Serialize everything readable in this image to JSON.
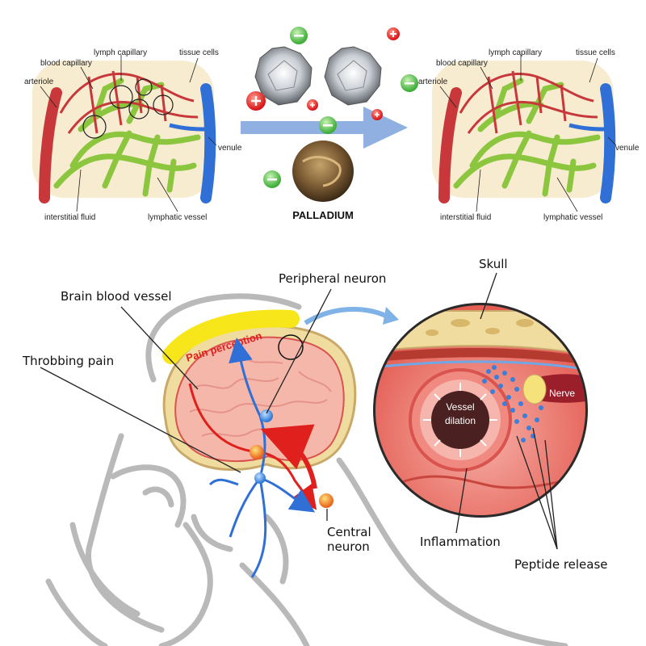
{
  "capillary": {
    "arteriole": "arteriole",
    "blood_capillary": "blood capillary",
    "lymph_capillary": "lymph capillary",
    "tissue_cells": "tissue cells",
    "venule": "venule",
    "interstitial_fluid": "interstitial fluid",
    "lymphatic_vessel": "lymphatic vessel"
  },
  "palladium": {
    "label": "PALLADIUM"
  },
  "migraine": {
    "brain_blood_vessel": "Brain blood vessel",
    "peripheral_neuron": "Peripheral neuron",
    "throbbing_pain": "Throbbing pain",
    "pain_perception": "Pain perception",
    "central_neuron_1": "Central",
    "central_neuron_2": "neuron",
    "skull": "Skull",
    "nerve": "Nerve",
    "vessel_1": "Vessel",
    "vessel_2": "dilation",
    "inflammation": "Inflammation",
    "peptide_release": "Peptide release"
  },
  "colors": {
    "artery": "#c8383a",
    "vein": "#2f6fd6",
    "lymph": "#8cc63f",
    "arrow": "#8fb0e0",
    "pain_yellow": "#f6e61a",
    "pain_red": "#e0201c",
    "skull": "#f1dca0"
  }
}
